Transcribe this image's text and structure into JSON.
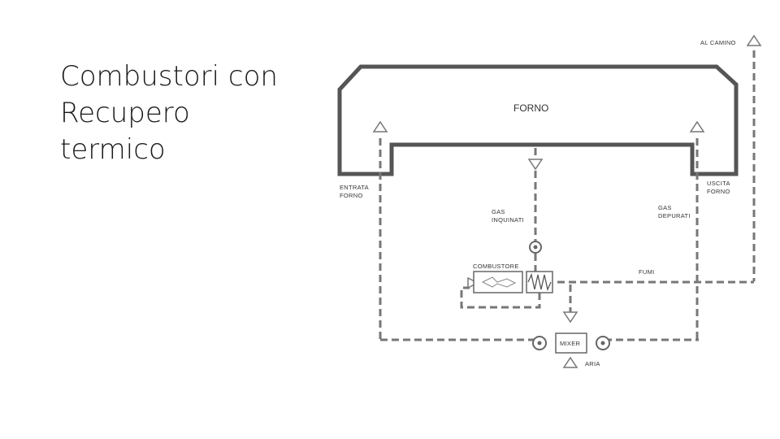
{
  "slide": {
    "title_lines": [
      "Combustori con",
      "Recupero",
      "termico"
    ]
  },
  "diagram": {
    "labels": {
      "al_camino": "AL CAMINO",
      "forno": "FORNO",
      "entrata_1": "ENTRATA",
      "entrata_2": "FORNO",
      "uscita_1": "USCITA",
      "uscita_2": "FORNO",
      "gas_inq_1": "GAS",
      "gas_inq_2": "INQUINATI",
      "gas_dep_1": "GAS",
      "gas_dep_2": "DEPURATI",
      "combustore": "COMBUSTORE",
      "fumi": "FUMI",
      "mixer": "MIXER",
      "aria": "ARIA"
    },
    "colors": {
      "furnace": "#555555",
      "line": "#777777",
      "text": "#333333"
    }
  }
}
